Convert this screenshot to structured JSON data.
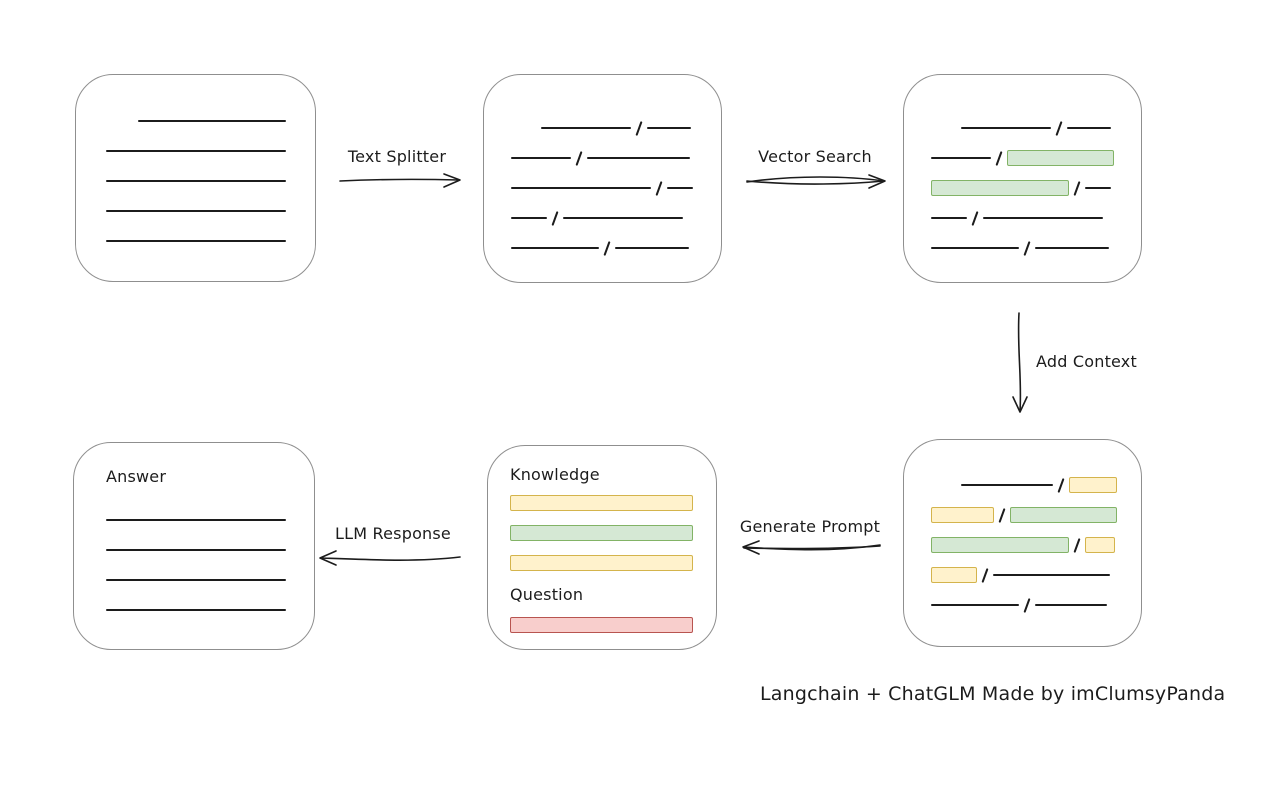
{
  "palette": {
    "ink": "#1c1c1c",
    "box_border": "#8f8f8f",
    "green_fill": "#d5e8d4",
    "green_border": "#82b366",
    "yellow_fill": "#fff2cc",
    "yellow_border": "#d4b44c",
    "red_fill": "#f8cecc",
    "red_border": "#b85450"
  },
  "caption": "Langchain + ChatGLM Made by imClumsyPanda",
  "labels": {
    "text_splitter": "Text Splitter",
    "vector_search": "Vector Search",
    "add_context": "Add Context",
    "generate_prompt": "Generate Prompt",
    "llm_response": "LLM Response"
  },
  "boxes": {
    "document": {
      "lines": [
        {
          "w": 148,
          "indent": 32
        },
        {
          "w": 180,
          "indent": 0
        },
        {
          "w": 180,
          "indent": 0
        },
        {
          "w": 180,
          "indent": 0
        },
        {
          "w": 180,
          "indent": 0
        }
      ]
    },
    "chunks": {
      "rows": [
        [
          {
            "t": "sp",
            "w": 30
          },
          {
            "t": "ln",
            "w": 90
          },
          {
            "t": "sl"
          },
          {
            "t": "ln",
            "w": 44
          }
        ],
        [
          {
            "t": "ln",
            "w": 60
          },
          {
            "t": "sl"
          },
          {
            "t": "ln",
            "w": 103
          }
        ],
        [
          {
            "t": "ln",
            "w": 140
          },
          {
            "t": "sl"
          },
          {
            "t": "ln",
            "w": 26
          }
        ],
        [
          {
            "t": "ln",
            "w": 36
          },
          {
            "t": "sl"
          },
          {
            "t": "ln",
            "w": 120
          }
        ],
        [
          {
            "t": "ln",
            "w": 88
          },
          {
            "t": "sl"
          },
          {
            "t": "ln",
            "w": 74
          }
        ]
      ]
    },
    "retrieved": {
      "rows": [
        [
          {
            "t": "sp",
            "w": 30
          },
          {
            "t": "ln",
            "w": 90
          },
          {
            "t": "sl"
          },
          {
            "t": "ln",
            "w": 44
          }
        ],
        [
          {
            "t": "ln",
            "w": 60
          },
          {
            "t": "sl"
          },
          {
            "t": "bar",
            "c": "green",
            "w": 107
          }
        ],
        [
          {
            "t": "bar",
            "c": "green",
            "w": 138
          },
          {
            "t": "sl"
          },
          {
            "t": "ln",
            "w": 26
          }
        ],
        [
          {
            "t": "ln",
            "w": 36
          },
          {
            "t": "sl"
          },
          {
            "t": "ln",
            "w": 120
          }
        ],
        [
          {
            "t": "ln",
            "w": 88
          },
          {
            "t": "sl"
          },
          {
            "t": "ln",
            "w": 74
          }
        ]
      ]
    },
    "context": {
      "rows": [
        [
          {
            "t": "sp",
            "w": 30
          },
          {
            "t": "ln",
            "w": 92
          },
          {
            "t": "sl"
          },
          {
            "t": "bar",
            "c": "yellow",
            "w": 48
          }
        ],
        [
          {
            "t": "bar",
            "c": "yellow",
            "w": 63
          },
          {
            "t": "sl"
          },
          {
            "t": "bar",
            "c": "green",
            "w": 107
          }
        ],
        [
          {
            "t": "bar",
            "c": "green",
            "w": 138
          },
          {
            "t": "sl"
          },
          {
            "t": "bar",
            "c": "yellow",
            "w": 30
          }
        ],
        [
          {
            "t": "bar",
            "c": "yellow",
            "w": 46
          },
          {
            "t": "sl"
          },
          {
            "t": "ln",
            "w": 117
          }
        ],
        [
          {
            "t": "ln",
            "w": 88
          },
          {
            "t": "sl"
          },
          {
            "t": "ln",
            "w": 72
          }
        ]
      ]
    },
    "prompt": {
      "knowledge_label": "Knowledge",
      "question_label": "Question",
      "knowledge_rows": [
        [
          {
            "t": "bar",
            "c": "yellow",
            "w": 183
          }
        ],
        [
          {
            "t": "bar",
            "c": "green",
            "w": 183
          }
        ],
        [
          {
            "t": "bar",
            "c": "yellow",
            "w": 183
          }
        ]
      ],
      "question_rows": [
        [
          {
            "t": "bar",
            "c": "red",
            "w": 183
          }
        ]
      ]
    },
    "answer": {
      "label": "Answer",
      "lines": [
        {
          "w": 180,
          "indent": 0
        },
        {
          "w": 180,
          "indent": 0
        },
        {
          "w": 180,
          "indent": 0
        },
        {
          "w": 180,
          "indent": 0
        }
      ]
    }
  }
}
